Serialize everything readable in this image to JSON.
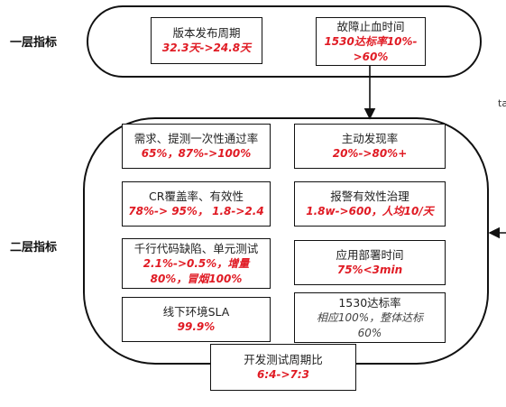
{
  "tiers": {
    "tier1": "一层指标",
    "tier2": "二层指标"
  },
  "tier1_boxes": [
    {
      "title": "版本发布周期",
      "value": "32.3天->24.8天"
    },
    {
      "title": "故障止血时间",
      "value_line1": "1530达标率10%-",
      "value_line2": ">60%"
    }
  ],
  "tier2_boxes": {
    "b1": {
      "title": "需求、提测一次性通过率",
      "value": "65%，87%->100%"
    },
    "b2": {
      "title": "主动发现率",
      "value": "20%->80%+"
    },
    "b3": {
      "title": "CR覆盖率、有效性",
      "value": "78%-> 95%， 1.8->2.4"
    },
    "b4": {
      "title": "报警有效性治理",
      "value": "1.8w->600，人均10/天"
    },
    "b5": {
      "title": "千行代码缺陷、单元测试",
      "value_line1": "2.1%->0.5%，增量",
      "value_line2": "80%，冒烟100%"
    },
    "b6": {
      "title": "应用部署时间",
      "value": "75%<3min"
    },
    "b7": {
      "title": "线下环境SLA",
      "value": "99.9%"
    },
    "b8": {
      "title": "1530达标率",
      "gray_line1": "相应100%，整体达标",
      "gray_line2": "60%"
    },
    "b9": {
      "title": "开发测试周期比",
      "value": "6:4->7:3"
    }
  },
  "edge_text": "ta",
  "colors": {
    "highlight": "#e01b24",
    "border": "#111111"
  }
}
